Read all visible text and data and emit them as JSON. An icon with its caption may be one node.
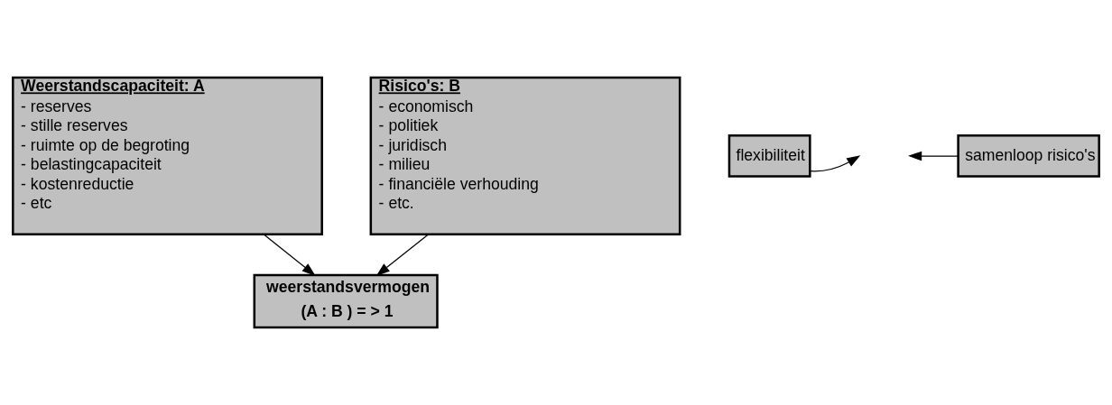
{
  "diagram": {
    "nodes": [
      {
        "text": [
          "Weerstandscapaciteit: A",
          "- reserves",
          "- stille reserves",
          "- ruimte op de begroting",
          "- belastingcapaciteit",
          "- kostenreductie",
          "- etc"
        ]
      },
      {
        "text": [
          "Risico's: B",
          "- economisch",
          "- politiek",
          "- juridisch",
          "- milieu",
          "- financiële verhouding",
          "- etc."
        ]
      },
      {
        "text": [
          "flexibiliteit"
        ]
      },
      {
        "text": [
          "samenloop risico's"
        ]
      },
      {
        "text": [
          "weerstandsvermogen",
          "(A : B ) = > 1"
        ]
      }
    ],
    "edges": [
      {
        "from": 0,
        "to": 4,
        "arrow": "to"
      },
      {
        "from": 1,
        "to": 4,
        "arrow": "to"
      },
      {
        "from": 2,
        "to": null,
        "arrow": "to"
      },
      {
        "from": 3,
        "to": null,
        "arrow": "to"
      }
    ]
  }
}
